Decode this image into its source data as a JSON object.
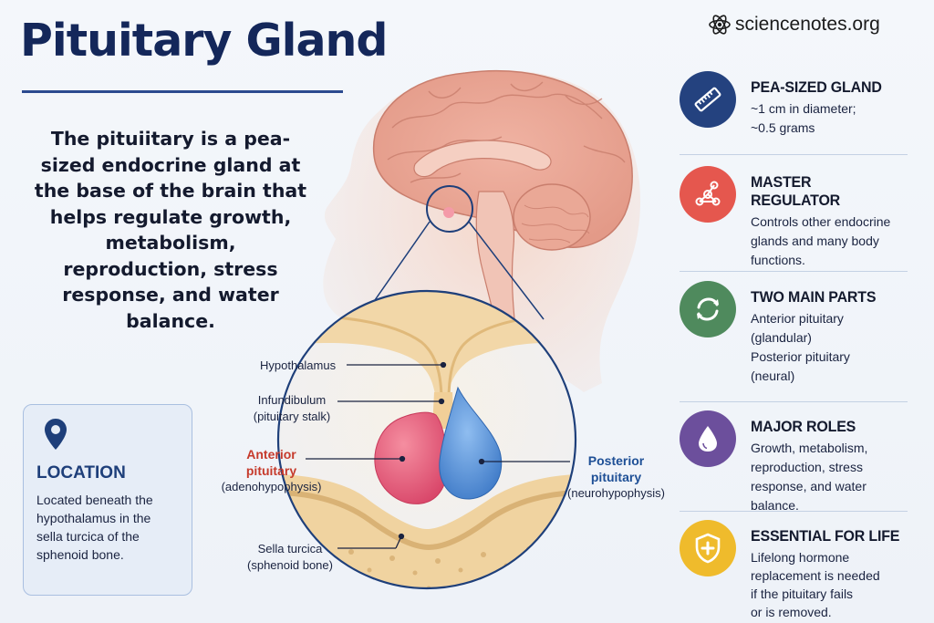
{
  "title": "Pituitary Gland",
  "brand": "sciencenotes.org",
  "intro": "The pituiitary is a pea-sized endocrine gland at the base of the brain that helps regulate growth, metabolism, reproduction, stress response, and water balance.",
  "location": {
    "title": "LOCATION",
    "text": "Located beneath the hypothalamus in the sella turcica of the sphenoid bone."
  },
  "labels": {
    "hypothalamus": "Hypothalamus",
    "infundibulum": "Infundibulum",
    "infundibulum_sub": "(pituitary stalk)",
    "anterior": "Anterior",
    "anterior2": "pituitary",
    "anterior_sub": "(adenohypophysis)",
    "posterior": "Posterior",
    "posterior2": "pituitary",
    "posterior_sub": "(neurohypophysis)",
    "sella": "Sella turcica",
    "sella_sub": "(sphenoid bone)"
  },
  "features": [
    {
      "title": "PEA-SIZED GLAND",
      "lines": [
        "~1 cm in diameter;",
        "~0.5 grams"
      ],
      "icon": "ruler-icon",
      "color": "#24427f"
    },
    {
      "title": "MASTER REGULATOR",
      "lines": [
        "Controls other endocrine",
        "glands and many body",
        "functions."
      ],
      "icon": "network-icon",
      "color": "#e5574e"
    },
    {
      "title": "TWO MAIN PARTS",
      "lines": [
        "Anterior pituitary",
        "(glandular)",
        "Posterior pituitary",
        "(neural)"
      ],
      "icon": "cycle-arrows-icon",
      "color": "#4f8a5d"
    },
    {
      "title": "MAJOR ROLES",
      "lines": [
        "Growth, metabolism,",
        "reproduction, stress",
        "response, and water",
        "balance."
      ],
      "icon": "droplet-icon",
      "color": "#6c4f9c"
    },
    {
      "title": "ESSENTIAL FOR LIFE",
      "lines": [
        "Lifelong hormone",
        "replacement is needed",
        "if the pituitary fails",
        "or is removed."
      ],
      "icon": "shield-plus-icon",
      "color": "#efbb2c"
    }
  ]
}
